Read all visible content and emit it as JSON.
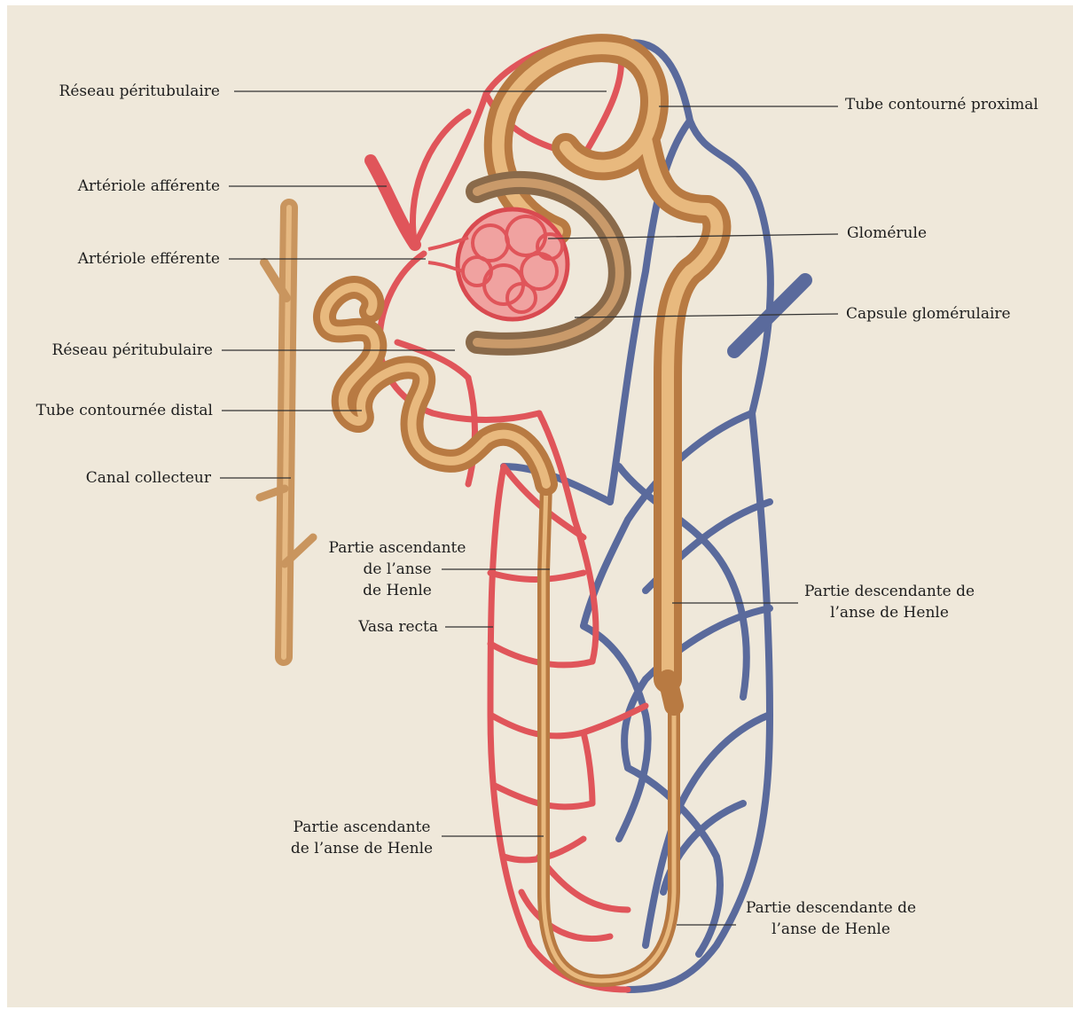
{
  "colors": {
    "background": "#efe8da",
    "tubule": "#d29a5c",
    "tubule_highlight": "#e8b97e",
    "capsule": "#8a6a4a",
    "artery_red": "#e0555a",
    "vein_blue": "#5a6a9c",
    "leader_line": "#333333"
  },
  "labels": {
    "reseau_peri_top": "Réseau péritubulaire",
    "arteriole_afferente": "Artériole afférente",
    "arteriole_efferente": "Artériole efférente",
    "reseau_peri_mid": "Réseau péritubulaire",
    "tube_distal": "Tube contournée distal",
    "canal_collecteur": "Canal collecteur",
    "ascendante_1": [
      "Partie ascendante",
      "de l’anse",
      "de Henle"
    ],
    "vasa_recta": "Vasa recta",
    "ascendante_2": [
      "Partie ascendante",
      "de l’anse de Henle"
    ],
    "tube_proximal": "Tube contourné proximal",
    "glomerule": "Glomérule",
    "capsule": "Capsule glomérulaire",
    "descendante_1": [
      "Partie descendante de",
      "l’anse de Henle"
    ],
    "descendante_2": [
      "Partie descendante de",
      "l’anse de Henle"
    ]
  }
}
